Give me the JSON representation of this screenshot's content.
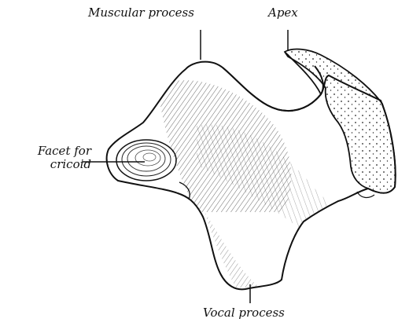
{
  "figure": {
    "labels": {
      "muscular_process": "Muscular process",
      "apex": "Apex",
      "facet_line1": "Facet for",
      "facet_line2": "cricoid",
      "vocal_process": "Vocal process"
    },
    "colors": {
      "ink": "#111111",
      "background": "#ffffff"
    }
  }
}
